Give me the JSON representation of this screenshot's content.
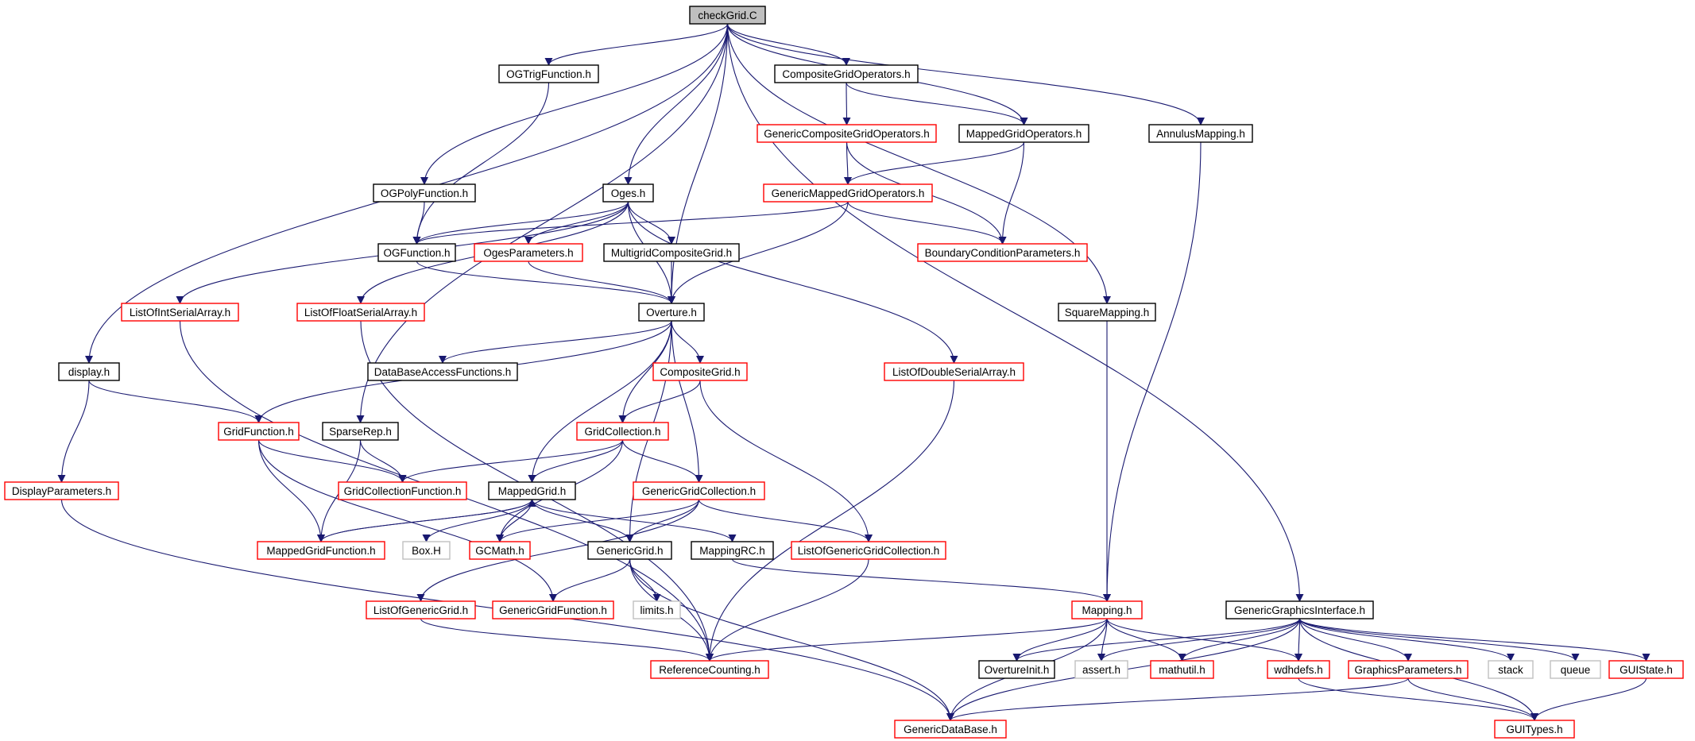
{
  "colors": {
    "edge": "#191970",
    "box_black": "#000000",
    "box_red": "#ff0000",
    "box_gray": "#c0c0c0",
    "root_fill": "#bfbfbf",
    "background": "#ffffff"
  },
  "nodes": [
    {
      "id": "checkGrid",
      "label": "checkGrid.C",
      "style": "root"
    },
    {
      "id": "OGTrigFunction",
      "label": "OGTrigFunction.h",
      "style": "black"
    },
    {
      "id": "CompositeGridOperators",
      "label": "CompositeGridOperators.h",
      "style": "black"
    },
    {
      "id": "GenericCompositeGridOperators",
      "label": "GenericCompositeGridOperators.h",
      "style": "red"
    },
    {
      "id": "MappedGridOperators",
      "label": "MappedGridOperators.h",
      "style": "black"
    },
    {
      "id": "AnnulusMapping",
      "label": "AnnulusMapping.h",
      "style": "black"
    },
    {
      "id": "OGPolyFunction",
      "label": "OGPolyFunction.h",
      "style": "black"
    },
    {
      "id": "Oges",
      "label": "Oges.h",
      "style": "black"
    },
    {
      "id": "GenericMappedGridOperators",
      "label": "GenericMappedGridOperators.h",
      "style": "red"
    },
    {
      "id": "OGFunction",
      "label": "OGFunction.h",
      "style": "black"
    },
    {
      "id": "OgesParameters",
      "label": "OgesParameters.h",
      "style": "red"
    },
    {
      "id": "MultigridCompositeGrid",
      "label": "MultigridCompositeGrid.h",
      "style": "black"
    },
    {
      "id": "BoundaryConditionParameters",
      "label": "BoundaryConditionParameters.h",
      "style": "red"
    },
    {
      "id": "ListOfIntSerialArray",
      "label": "ListOfIntSerialArray.h",
      "style": "red"
    },
    {
      "id": "ListOfFloatSerialArray",
      "label": "ListOfFloatSerialArray.h",
      "style": "red"
    },
    {
      "id": "Overture",
      "label": "Overture.h",
      "style": "black"
    },
    {
      "id": "SquareMapping",
      "label": "SquareMapping.h",
      "style": "black"
    },
    {
      "id": "display",
      "label": "display.h",
      "style": "black"
    },
    {
      "id": "DataBaseAccessFunctions",
      "label": "DataBaseAccessFunctions.h",
      "style": "black"
    },
    {
      "id": "CompositeGrid",
      "label": "CompositeGrid.h",
      "style": "red"
    },
    {
      "id": "ListOfDoubleSerialArray",
      "label": "ListOfDoubleSerialArray.h",
      "style": "red"
    },
    {
      "id": "GridFunction",
      "label": "GridFunction.h",
      "style": "red"
    },
    {
      "id": "SparseRep",
      "label": "SparseRep.h",
      "style": "black"
    },
    {
      "id": "GridCollection",
      "label": "GridCollection.h",
      "style": "red"
    },
    {
      "id": "DisplayParameters",
      "label": "DisplayParameters.h",
      "style": "red"
    },
    {
      "id": "GridCollectionFunction",
      "label": "GridCollectionFunction.h",
      "style": "red"
    },
    {
      "id": "MappedGrid",
      "label": "MappedGrid.h",
      "style": "black"
    },
    {
      "id": "GenericGridCollection",
      "label": "GenericGridCollection.h",
      "style": "red"
    },
    {
      "id": "MappedGridFunction",
      "label": "MappedGridFunction.h",
      "style": "red"
    },
    {
      "id": "BoxH",
      "label": "Box.H",
      "style": "gray"
    },
    {
      "id": "GCMath",
      "label": "GCMath.h",
      "style": "red"
    },
    {
      "id": "GenericGrid",
      "label": "GenericGrid.h",
      "style": "black"
    },
    {
      "id": "MappingRC",
      "label": "MappingRC.h",
      "style": "black"
    },
    {
      "id": "ListOfGenericGridCollection",
      "label": "ListOfGenericGridCollection.h",
      "style": "red"
    },
    {
      "id": "ListOfGenericGrid",
      "label": "ListOfGenericGrid.h",
      "style": "red"
    },
    {
      "id": "GenericGridFunction",
      "label": "GenericGridFunction.h",
      "style": "red"
    },
    {
      "id": "limits",
      "label": "limits.h",
      "style": "gray"
    },
    {
      "id": "Mapping",
      "label": "Mapping.h",
      "style": "red"
    },
    {
      "id": "GenericGraphicsInterface",
      "label": "GenericGraphicsInterface.h",
      "style": "black"
    },
    {
      "id": "ReferenceCounting",
      "label": "ReferenceCounting.h",
      "style": "red"
    },
    {
      "id": "OvertureInit",
      "label": "OvertureInit.h",
      "style": "black"
    },
    {
      "id": "assert",
      "label": "assert.h",
      "style": "gray"
    },
    {
      "id": "mathutil",
      "label": "mathutil.h",
      "style": "red"
    },
    {
      "id": "wdhdefs",
      "label": "wdhdefs.h",
      "style": "red"
    },
    {
      "id": "GraphicsParameters",
      "label": "GraphicsParameters.h",
      "style": "red"
    },
    {
      "id": "stack",
      "label": "stack",
      "style": "gray"
    },
    {
      "id": "queue",
      "label": "queue",
      "style": "gray"
    },
    {
      "id": "GUIState",
      "label": "GUIState.h",
      "style": "red"
    },
    {
      "id": "GenericDataBase",
      "label": "GenericDataBase.h",
      "style": "red"
    },
    {
      "id": "GUITypes",
      "label": "GUITypes.h",
      "style": "red"
    }
  ],
  "edges": [
    [
      "checkGrid",
      "OGTrigFunction"
    ],
    [
      "checkGrid",
      "CompositeGridOperators"
    ],
    [
      "checkGrid",
      "MappedGridOperators"
    ],
    [
      "checkGrid",
      "AnnulusMapping"
    ],
    [
      "checkGrid",
      "OGPolyFunction"
    ],
    [
      "checkGrid",
      "Oges"
    ],
    [
      "checkGrid",
      "Overture"
    ],
    [
      "checkGrid",
      "SquareMapping"
    ],
    [
      "checkGrid",
      "display"
    ],
    [
      "checkGrid",
      "SparseRep"
    ],
    [
      "checkGrid",
      "GenericGraphicsInterface"
    ],
    [
      "OGTrigFunction",
      "OGFunction"
    ],
    [
      "OGPolyFunction",
      "OGFunction"
    ],
    [
      "CompositeGridOperators",
      "GenericCompositeGridOperators"
    ],
    [
      "CompositeGridOperators",
      "MappedGridOperators"
    ],
    [
      "GenericCompositeGridOperators",
      "GenericMappedGridOperators"
    ],
    [
      "GenericCompositeGridOperators",
      "BoundaryConditionParameters"
    ],
    [
      "MappedGridOperators",
      "GenericMappedGridOperators"
    ],
    [
      "MappedGridOperators",
      "BoundaryConditionParameters"
    ],
    [
      "GenericMappedGridOperators",
      "OGFunction"
    ],
    [
      "GenericMappedGridOperators",
      "BoundaryConditionParameters"
    ],
    [
      "GenericMappedGridOperators",
      "Overture"
    ],
    [
      "Oges",
      "OGFunction"
    ],
    [
      "Oges",
      "OgesParameters"
    ],
    [
      "Oges",
      "MultigridCompositeGrid"
    ],
    [
      "Oges",
      "ListOfIntSerialArray"
    ],
    [
      "Oges",
      "ListOfFloatSerialArray"
    ],
    [
      "Oges",
      "ListOfDoubleSerialArray"
    ],
    [
      "Oges",
      "Overture"
    ],
    [
      "OGFunction",
      "Overture"
    ],
    [
      "OgesParameters",
      "Overture"
    ],
    [
      "MultigridCompositeGrid",
      "Overture"
    ],
    [
      "Overture",
      "DataBaseAccessFunctions"
    ],
    [
      "Overture",
      "CompositeGrid"
    ],
    [
      "Overture",
      "GridFunction"
    ],
    [
      "Overture",
      "GridCollection"
    ],
    [
      "Overture",
      "MappedGrid"
    ],
    [
      "Overture",
      "GenericGridCollection"
    ],
    [
      "Overture",
      "GenericGrid"
    ],
    [
      "display",
      "GridFunction"
    ],
    [
      "display",
      "DisplayParameters"
    ],
    [
      "CompositeGrid",
      "GridCollection"
    ],
    [
      "CompositeGrid",
      "ListOfGenericGridCollection"
    ],
    [
      "GridFunction",
      "GridCollectionFunction"
    ],
    [
      "GridFunction",
      "MappedGridFunction"
    ],
    [
      "GridFunction",
      "GenericGridFunction"
    ],
    [
      "SparseRep",
      "GridCollectionFunction"
    ],
    [
      "SparseRep",
      "MappedGridFunction"
    ],
    [
      "GridCollection",
      "GridCollectionFunction"
    ],
    [
      "GridCollection",
      "MappedGrid"
    ],
    [
      "GridCollection",
      "GenericGridCollection"
    ],
    [
      "GridCollection",
      "GCMath"
    ],
    [
      "MappedGrid",
      "MappedGridFunction"
    ],
    [
      "MappedGridFunction",
      "MappedGrid"
    ],
    [
      "MappedGrid",
      "BoxH"
    ],
    [
      "MappedGrid",
      "GCMath"
    ],
    [
      "MappedGrid",
      "GenericGrid"
    ],
    [
      "MappedGrid",
      "MappingRC"
    ],
    [
      "GenericGridCollection",
      "GCMath"
    ],
    [
      "GenericGridCollection",
      "GenericGrid"
    ],
    [
      "GenericGridCollection",
      "ListOfGenericGridCollection"
    ],
    [
      "GenericGridCollection",
      "ListOfGenericGrid"
    ],
    [
      "GenericGrid",
      "GenericGridFunction"
    ],
    [
      "GenericGrid",
      "limits"
    ],
    [
      "GenericGrid",
      "ReferenceCounting"
    ],
    [
      "GenericGrid",
      "GenericDataBase"
    ],
    [
      "MappingRC",
      "Mapping"
    ],
    [
      "ListOfGenericGridCollection",
      "ReferenceCounting"
    ],
    [
      "ListOfGenericGrid",
      "ReferenceCounting"
    ],
    [
      "ListOfIntSerialArray",
      "ReferenceCounting"
    ],
    [
      "ListOfFloatSerialArray",
      "ReferenceCounting"
    ],
    [
      "ListOfDoubleSerialArray",
      "ReferenceCounting"
    ],
    [
      "DisplayParameters",
      "GenericDataBase"
    ],
    [
      "AnnulusMapping",
      "Mapping"
    ],
    [
      "SquareMapping",
      "Mapping"
    ],
    [
      "Mapping",
      "ReferenceCounting"
    ],
    [
      "Mapping",
      "OvertureInit"
    ],
    [
      "Mapping",
      "assert"
    ],
    [
      "Mapping",
      "mathutil"
    ],
    [
      "Mapping",
      "wdhdefs"
    ],
    [
      "Mapping",
      "GenericDataBase"
    ],
    [
      "GenericGraphicsInterface",
      "OvertureInit"
    ],
    [
      "GenericGraphicsInterface",
      "assert"
    ],
    [
      "GenericGraphicsInterface",
      "mathutil"
    ],
    [
      "GenericGraphicsInterface",
      "wdhdefs"
    ],
    [
      "GenericGraphicsInterface",
      "GraphicsParameters"
    ],
    [
      "GenericGraphicsInterface",
      "stack"
    ],
    [
      "GenericGraphicsInterface",
      "queue"
    ],
    [
      "GenericGraphicsInterface",
      "GUIState"
    ],
    [
      "GenericGraphicsInterface",
      "GenericDataBase"
    ],
    [
      "GenericGraphicsInterface",
      "GUITypes"
    ],
    [
      "wdhdefs",
      "GUITypes"
    ],
    [
      "GraphicsParameters",
      "GenericDataBase"
    ],
    [
      "GraphicsParameters",
      "GUITypes"
    ],
    [
      "GUIState",
      "GUITypes"
    ]
  ]
}
